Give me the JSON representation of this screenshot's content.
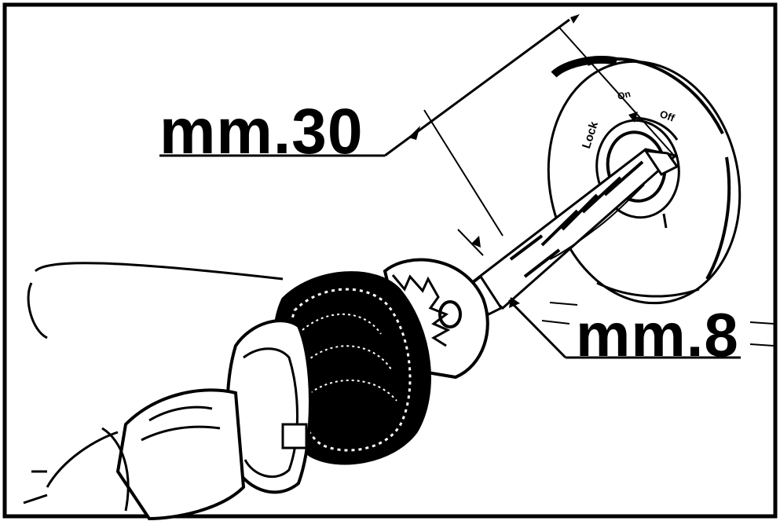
{
  "diagram": {
    "dimension_depth": "mm.30",
    "dimension_diameter": "mm.8",
    "knob_labels": {
      "lock": "Lock",
      "on": "On",
      "off": "Off"
    }
  },
  "colors": {
    "ink": "#000000",
    "paper": "#ffffff"
  }
}
